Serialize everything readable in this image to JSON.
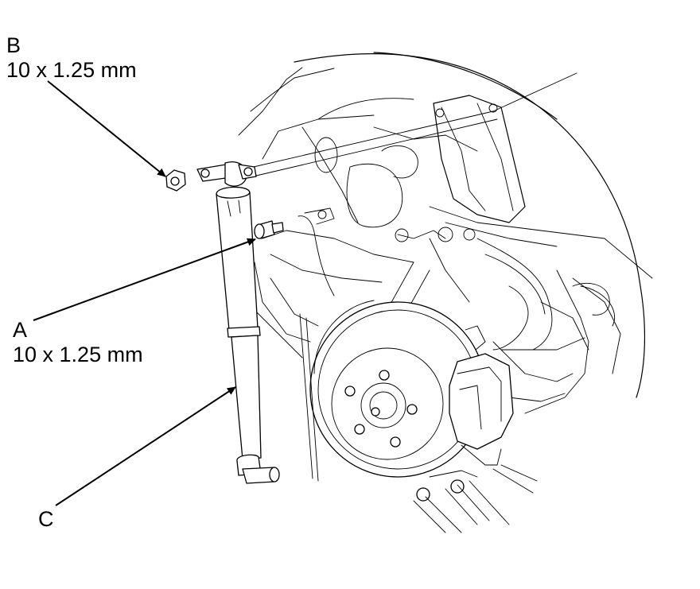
{
  "callouts": {
    "b": {
      "letter": "B",
      "size": "10 x 1.25 mm"
    },
    "a": {
      "letter": "A",
      "size": "10 x 1.25 mm"
    },
    "c": {
      "letter": "C"
    }
  }
}
